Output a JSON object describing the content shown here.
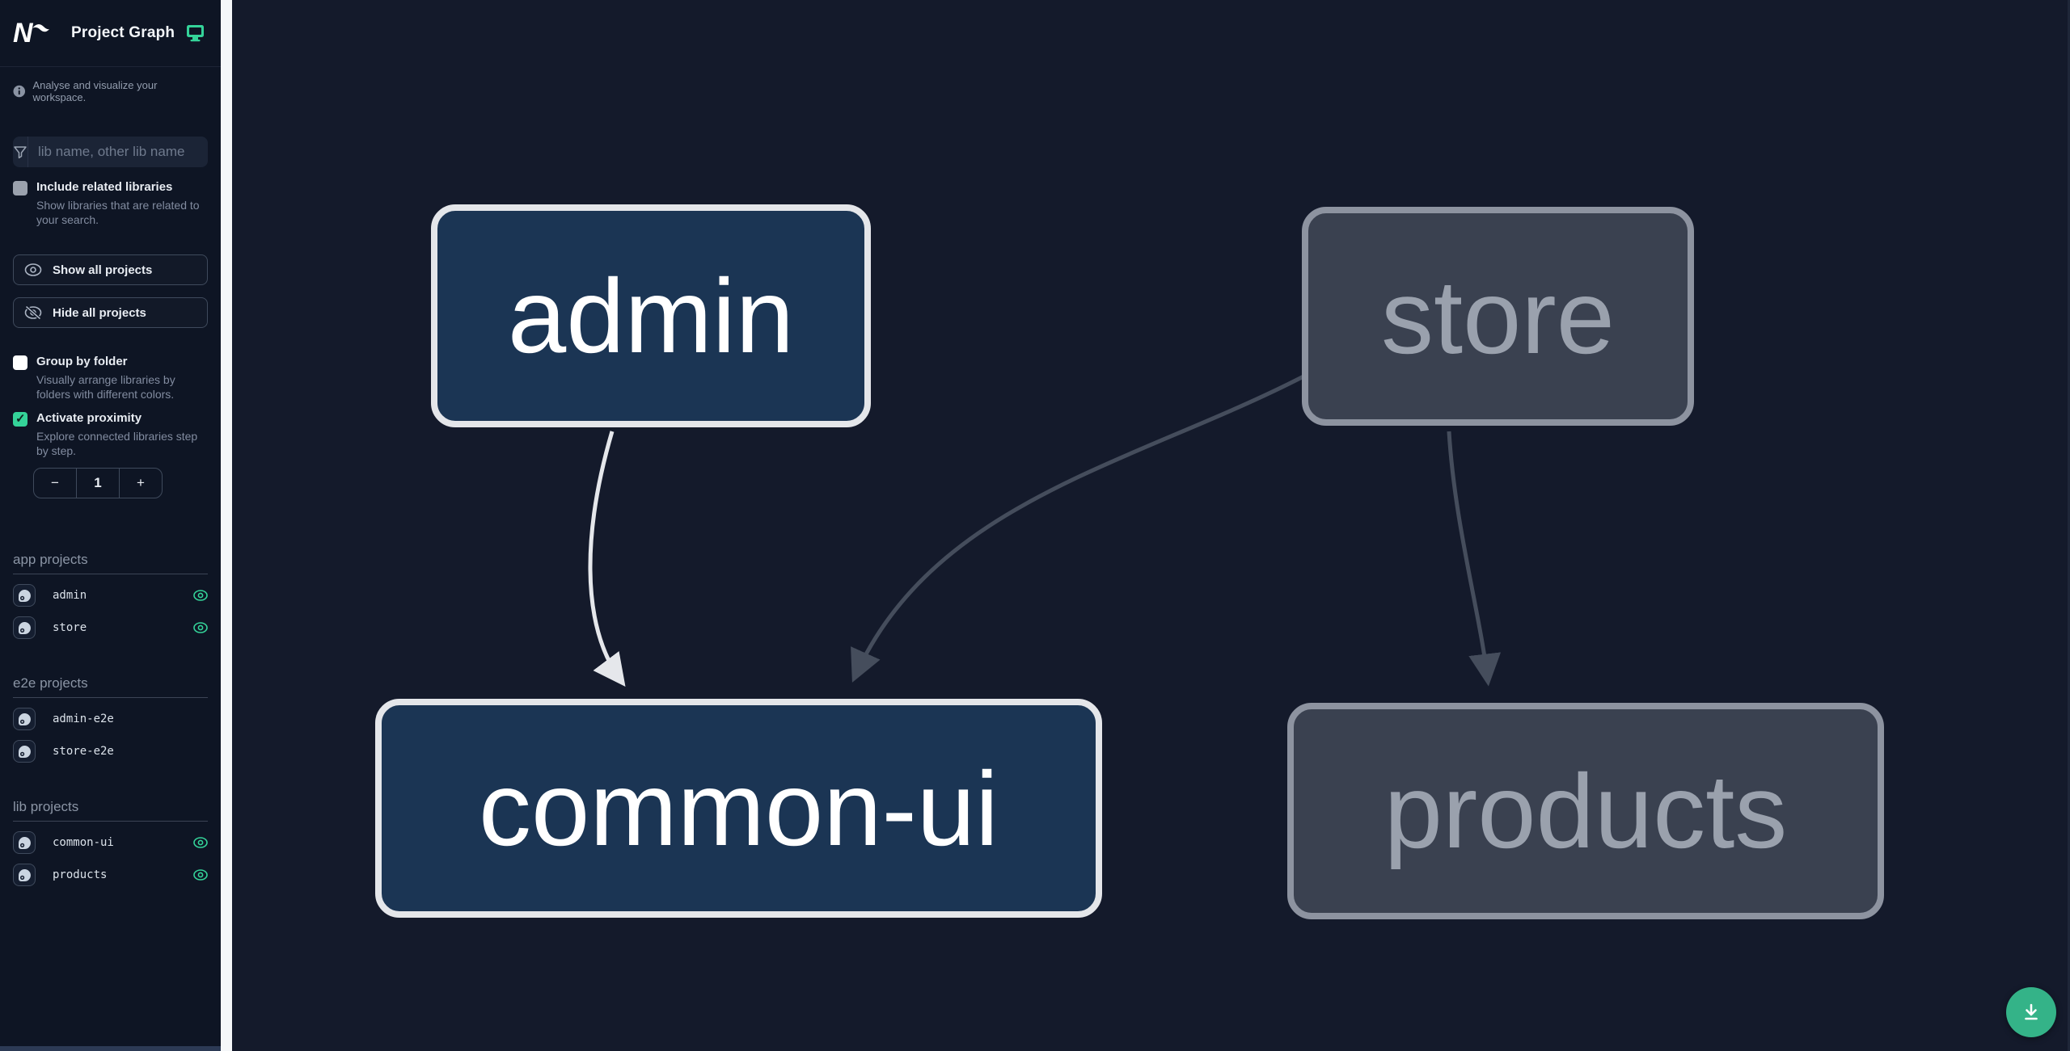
{
  "app": {
    "title": "Project Graph"
  },
  "colors": {
    "accent": "#34d399",
    "fab": "#34b388",
    "node_focused_bg": "#1b3554",
    "node_focused_border": "#e4e6ea",
    "node_faded_bg": "#3a4150",
    "node_faded_border": "#8d93a0",
    "edge_highlight": "#e5e7eb",
    "edge_faded": "#454d5c"
  },
  "sidebar": {
    "tagline": "Analyse and visualize your workspace.",
    "search": {
      "placeholder": "lib name, other lib name"
    },
    "include_related": {
      "label": "Include related libraries",
      "description": "Show libraries that are related to your search.",
      "checked": false
    },
    "buttons": {
      "show_all": "Show all projects",
      "hide_all": "Hide all projects"
    },
    "group_by_folder": {
      "label": "Group by folder",
      "description": "Visually arrange libraries by folders with different colors.",
      "checked": false
    },
    "activate_proximity": {
      "label": "Activate proximity",
      "description": "Explore connected libraries step by step.",
      "checked": true
    },
    "proximity_stepper": {
      "decrement": "−",
      "value": "1",
      "increment": "+"
    },
    "sections": [
      {
        "title": "app projects",
        "items": [
          {
            "name": "admin",
            "visible": true
          },
          {
            "name": "store",
            "visible": true
          }
        ]
      },
      {
        "title": "e2e projects",
        "items": [
          {
            "name": "admin-e2e",
            "visible": false
          },
          {
            "name": "store-e2e",
            "visible": false
          }
        ]
      },
      {
        "title": "lib projects",
        "items": [
          {
            "name": "common-ui",
            "visible": true
          },
          {
            "name": "products",
            "visible": true
          }
        ]
      }
    ]
  },
  "graph": {
    "nodes": [
      {
        "id": "admin",
        "label": "admin",
        "state": "focused"
      },
      {
        "id": "store",
        "label": "store",
        "state": "faded"
      },
      {
        "id": "common-ui",
        "label": "common-ui",
        "state": "focused"
      },
      {
        "id": "products",
        "label": "products",
        "state": "faded"
      }
    ],
    "edges": [
      {
        "source": "admin",
        "target": "common-ui",
        "style": "highlighted"
      },
      {
        "source": "store",
        "target": "common-ui",
        "style": "faded"
      },
      {
        "source": "store",
        "target": "products",
        "style": "faded"
      }
    ]
  }
}
